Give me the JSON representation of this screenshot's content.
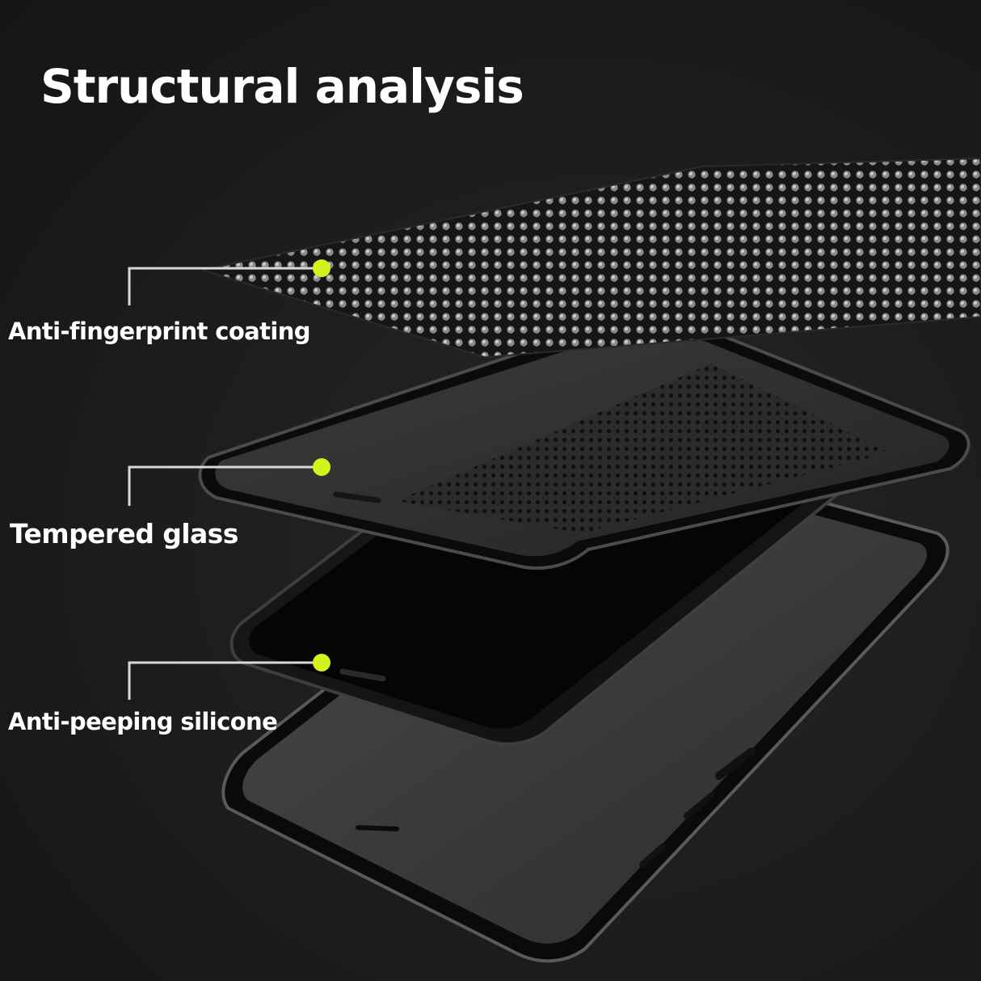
{
  "title": "Structural analysis",
  "layers": [
    {
      "label": "Anti-fingerprint coating",
      "icon": "dot-grid-layer-icon"
    },
    {
      "label": "Tempered glass",
      "icon": "glass-layer-icon"
    },
    {
      "label": "Anti-peeping silicone",
      "icon": "silicone-layer-icon"
    }
  ],
  "colors": {
    "background": "#1b1b1b",
    "text": "#ffffff",
    "marker": "#d4f21c",
    "leader_line": "#d9d9d9"
  }
}
